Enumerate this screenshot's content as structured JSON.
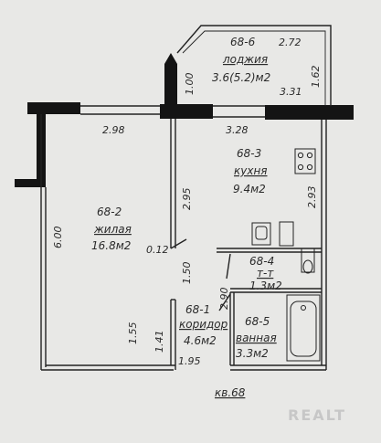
{
  "apartment": {
    "label": "кв.68"
  },
  "rooms": {
    "loggia": {
      "id": "68-6",
      "name": "лоджия",
      "area": "3.6(5.2)м2",
      "side": "2.72"
    },
    "kitchen": {
      "id": "68-3",
      "name": "кухня",
      "area": "9.4м2"
    },
    "living": {
      "id": "68-2",
      "name": "жилая",
      "area": "16.8м2"
    },
    "wc": {
      "id": "68-4",
      "name": "т-т",
      "area": "1.3м2"
    },
    "corridor": {
      "id": "68-1",
      "name": "коридор",
      "area": "4.6м2"
    },
    "bathroom": {
      "id": "68-5",
      "name": "ванная",
      "area": "3.3м2"
    }
  },
  "dimensions": {
    "loggia_depth": "1.00",
    "loggia_right": "1.62",
    "loggia_length": "3.31",
    "living_width": "2.98",
    "kitchen_width": "3.28",
    "partition_length": "2.95",
    "kitchen_length": "2.93",
    "living_length": "6.00",
    "partition_small": "0.12",
    "door_section": "1.50",
    "bath_width": "2.90",
    "corridor_left": "1.55",
    "corridor_left2": "1.41",
    "corridor_bottom": "1.95"
  },
  "watermark": "REALT",
  "colors": {
    "wall": "#141414",
    "line": "#222222",
    "paper": "#e8e8e6"
  }
}
